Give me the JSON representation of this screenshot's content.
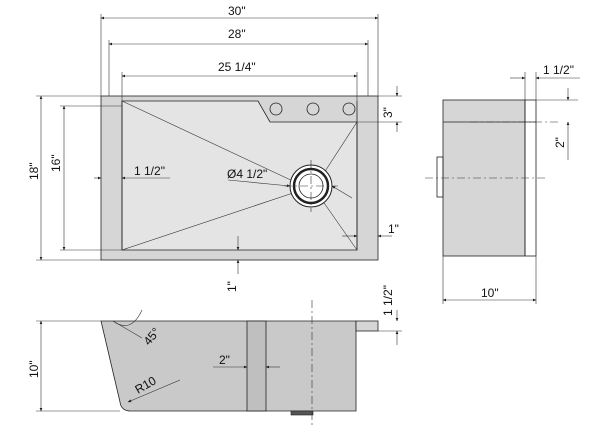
{
  "dimensions": {
    "overall_width": "30\"",
    "inner_width": "28\"",
    "bowl_width": "25 1/4\"",
    "side_flange": "1 1/2\"",
    "depth_outer": "18\"",
    "depth_inner": "16\"",
    "deck_depth": "3\"",
    "drain": "Ø4 1/2\"",
    "rim_right": "1\"",
    "rim_bottom": "1\"",
    "side_top": "1 1/2\"",
    "side_depth": "2\"",
    "side_height": "10\"",
    "front_height": "10\"",
    "flange_height": "1 1/2\"",
    "angle": "45°",
    "radius": "R10",
    "divider": "2\""
  },
  "colors": {
    "panel_fill": "#d6d6d6",
    "line": "#222222"
  }
}
